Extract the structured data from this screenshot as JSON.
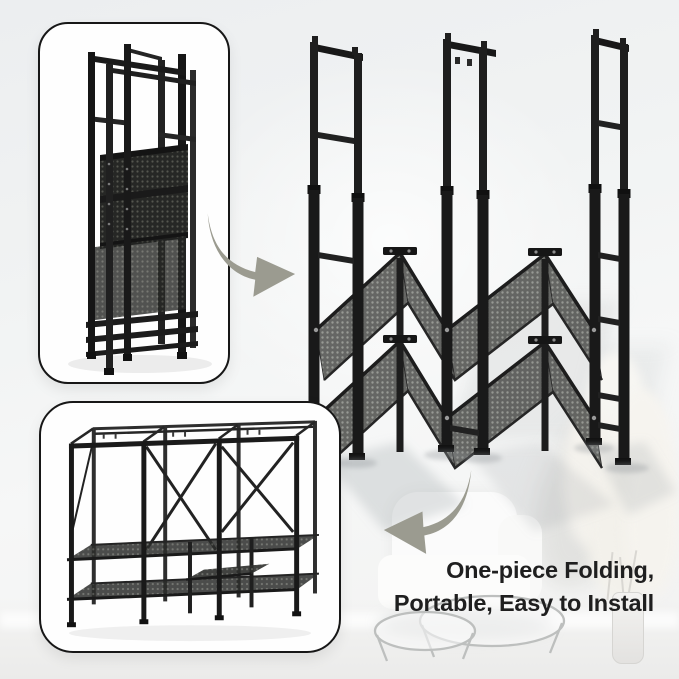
{
  "caption": {
    "line1": "One-piece Folding,",
    "line2": "Portable, Easy to Install"
  },
  "panels": {
    "folded": {
      "alt": "Clothes rack folded flat into one compact piece"
    },
    "unfolding": {
      "alt": "Clothes rack half unfolded, mesh shelves opening in a zigzag between three upright frames"
    },
    "assembled": {
      "alt": "Clothes rack fully assembled with hanging rods, cross braces and two mesh shelf levels"
    }
  },
  "arrows": {
    "unfold_name": "curved-arrow-right",
    "fold_name": "curved-arrow-left"
  },
  "colors": {
    "frame_black": "#1e1e1e",
    "mesh_gray": "#5a5c58",
    "arrow_gray": "#9b9b90",
    "caption_text": "#1f1f1f",
    "inset_border": "#171717",
    "inset_background": "#fefefe",
    "room_background": "#eff1f1"
  }
}
